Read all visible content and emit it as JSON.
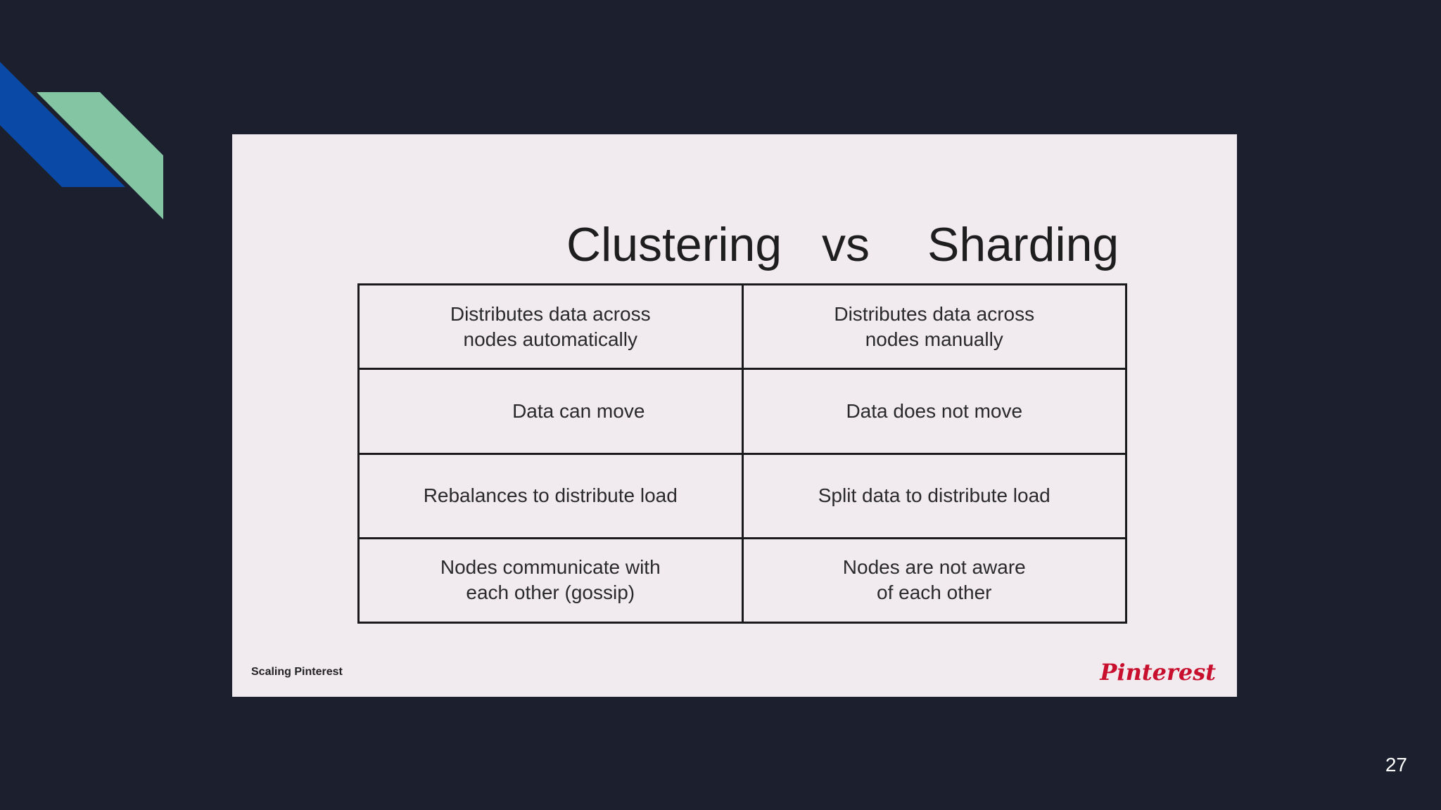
{
  "slide": {
    "title_left": "Clustering",
    "title_vs": "vs",
    "title_right": "Sharding",
    "rows": [
      {
        "left": "Distributes data across\nnodes automatically",
        "right": "Distributes data across\nnodes manually"
      },
      {
        "left": "Data can move",
        "right": "Data does not move"
      },
      {
        "left": "Rebalances to distribute load",
        "right": "Split data to distribute load"
      },
      {
        "left": "Nodes communicate with\neach other (gossip)",
        "right": "Nodes are not aware\nof each other"
      }
    ],
    "footer_left": "Scaling Pinterest",
    "footer_logo": "Pinterest"
  },
  "page_number": "27",
  "colors": {
    "background": "#1c1f2d",
    "accent_blue": "#0a4aa6",
    "accent_green": "#84c6a3",
    "slide_bg": "#f1eaef",
    "logo": "#c8102e"
  }
}
